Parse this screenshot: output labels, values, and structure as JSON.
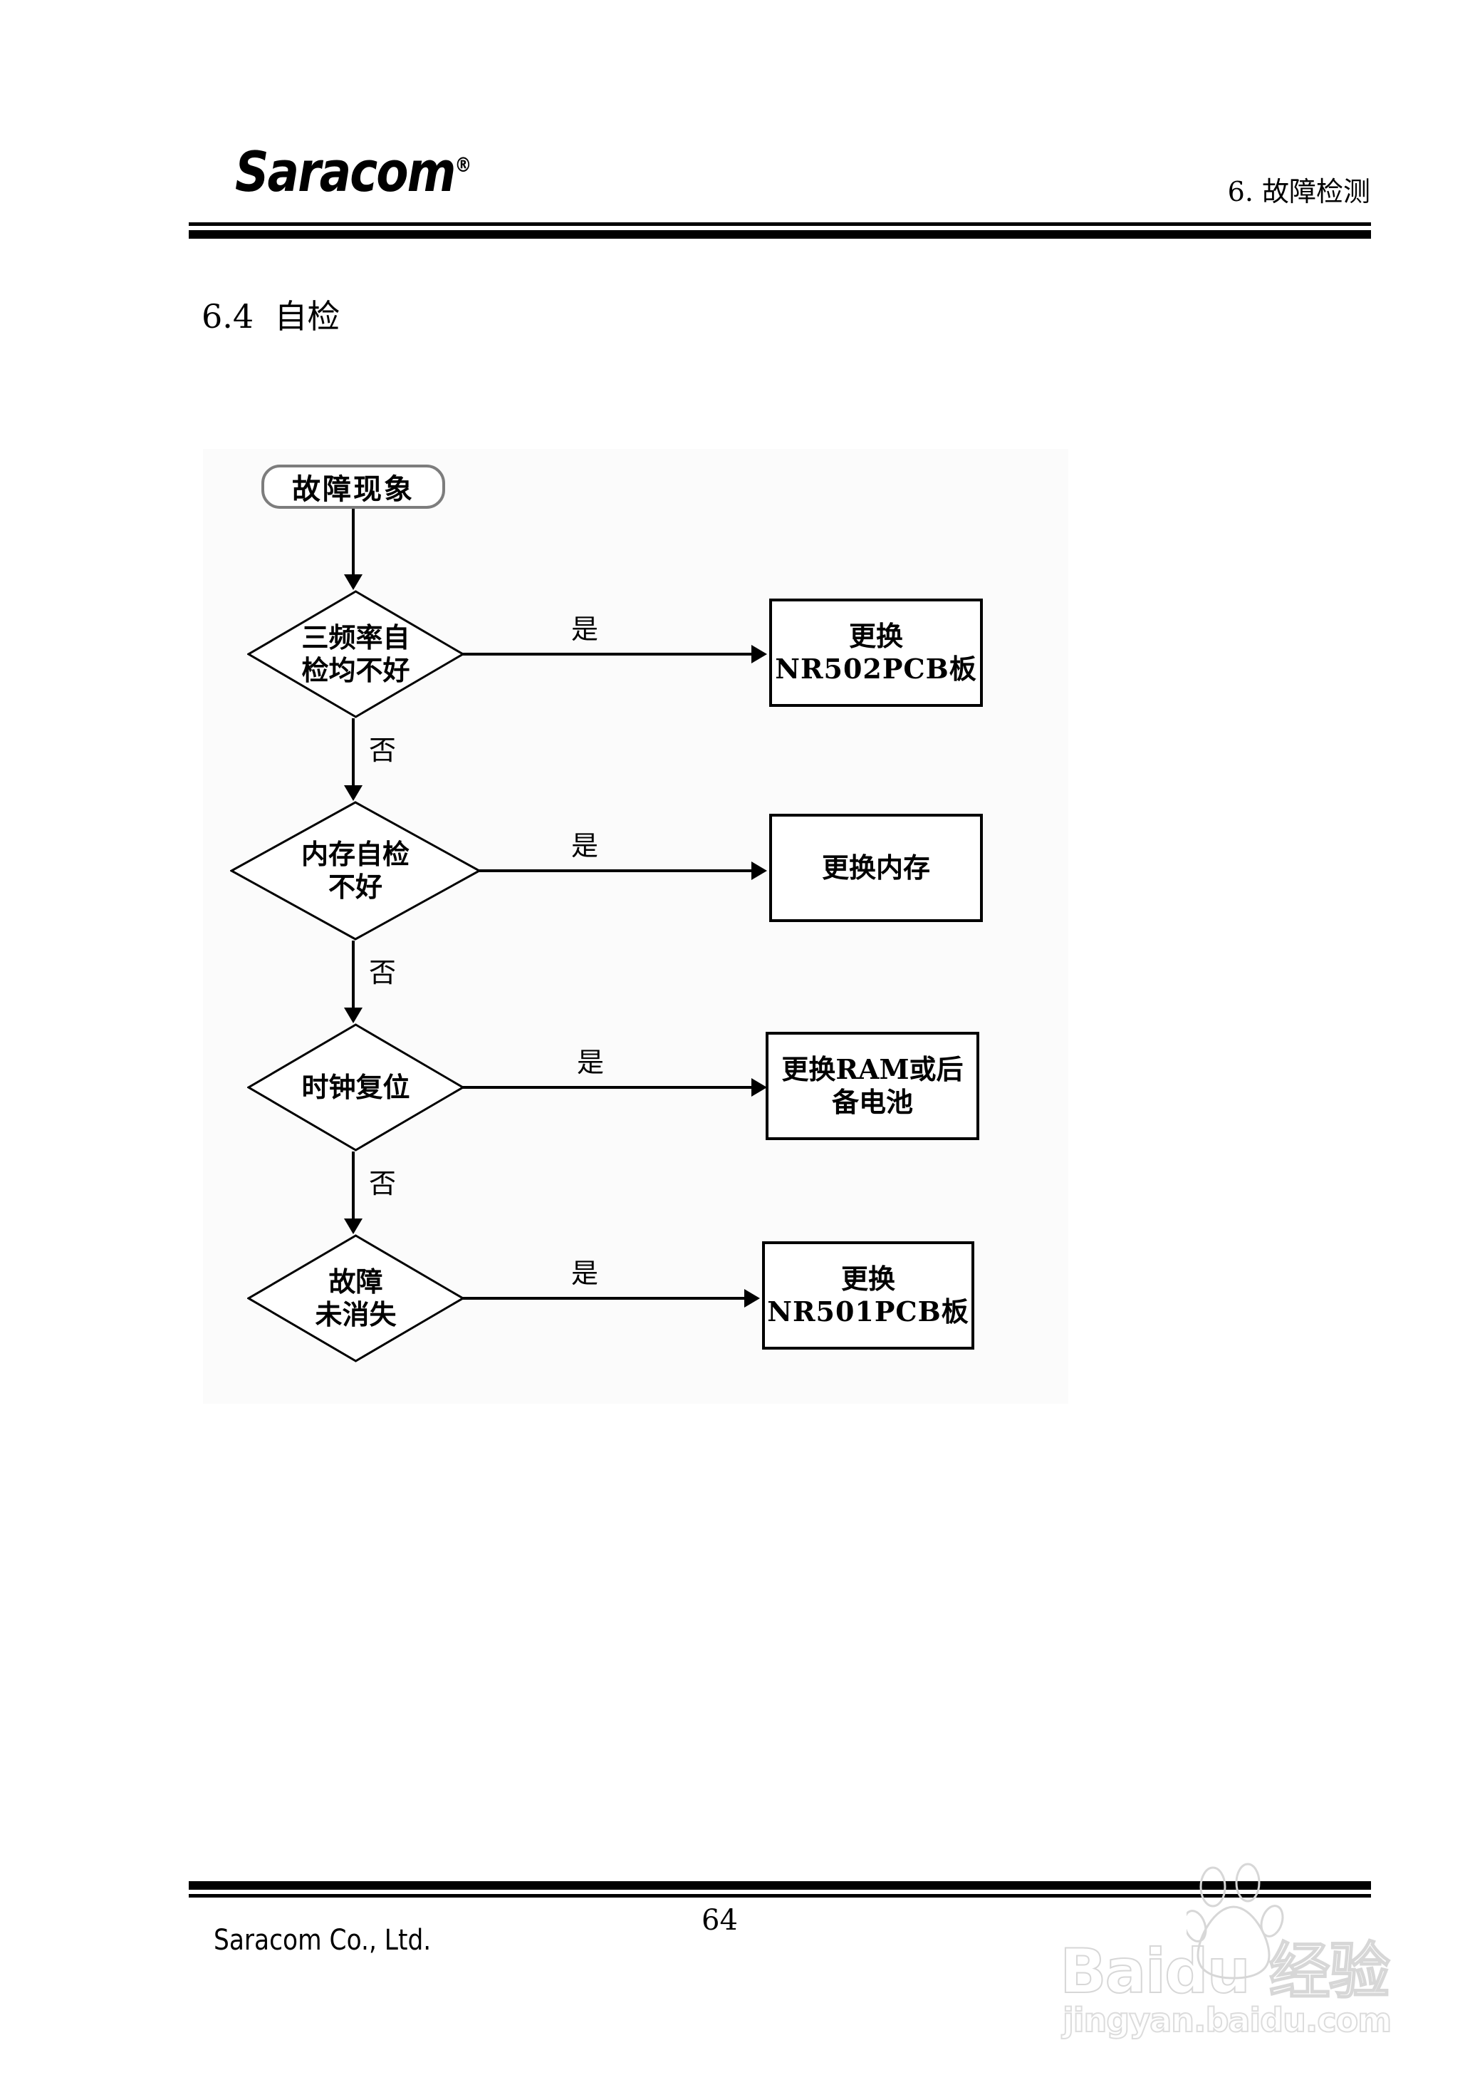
{
  "header": {
    "logo_text": "Saracom",
    "logo_registered": "®",
    "chapter_title": "6. 故障检测"
  },
  "section": {
    "heading": "6.4  自检"
  },
  "flowchart": {
    "start": {
      "label": "故障现象"
    },
    "steps": [
      {
        "decision_line1": "三频率自",
        "decision_line2": "检均不好",
        "yes_label": "是",
        "no_label": "否",
        "action_line1": "更换",
        "action_line2": "NR502PCB板"
      },
      {
        "decision_line1": "内存自检",
        "decision_line2": "不好",
        "yes_label": "是",
        "no_label": "否",
        "action_line1": "更换内存",
        "action_line2": ""
      },
      {
        "decision_line1": "时钟复位",
        "decision_line2": "",
        "yes_label": "是",
        "no_label": "否",
        "action_line1": "更换RAM或后",
        "action_line2": "备电池"
      },
      {
        "decision_line1": "故障",
        "decision_line2": "未消失",
        "yes_label": "是",
        "no_label": "",
        "action_line1": "更换",
        "action_line2": "NR501PCB板"
      }
    ]
  },
  "footer": {
    "company": "Saracom Co., Ltd.",
    "page_number": "64"
  },
  "watermark": {
    "brand": "Baidu 经验",
    "url": "jingyan.baidu.com"
  },
  "colors": {
    "ink": "#000000",
    "terminator_border": "#7d7d7d",
    "canvas_bg": "#fbfbfb",
    "watermark": "#d7d7d7"
  }
}
